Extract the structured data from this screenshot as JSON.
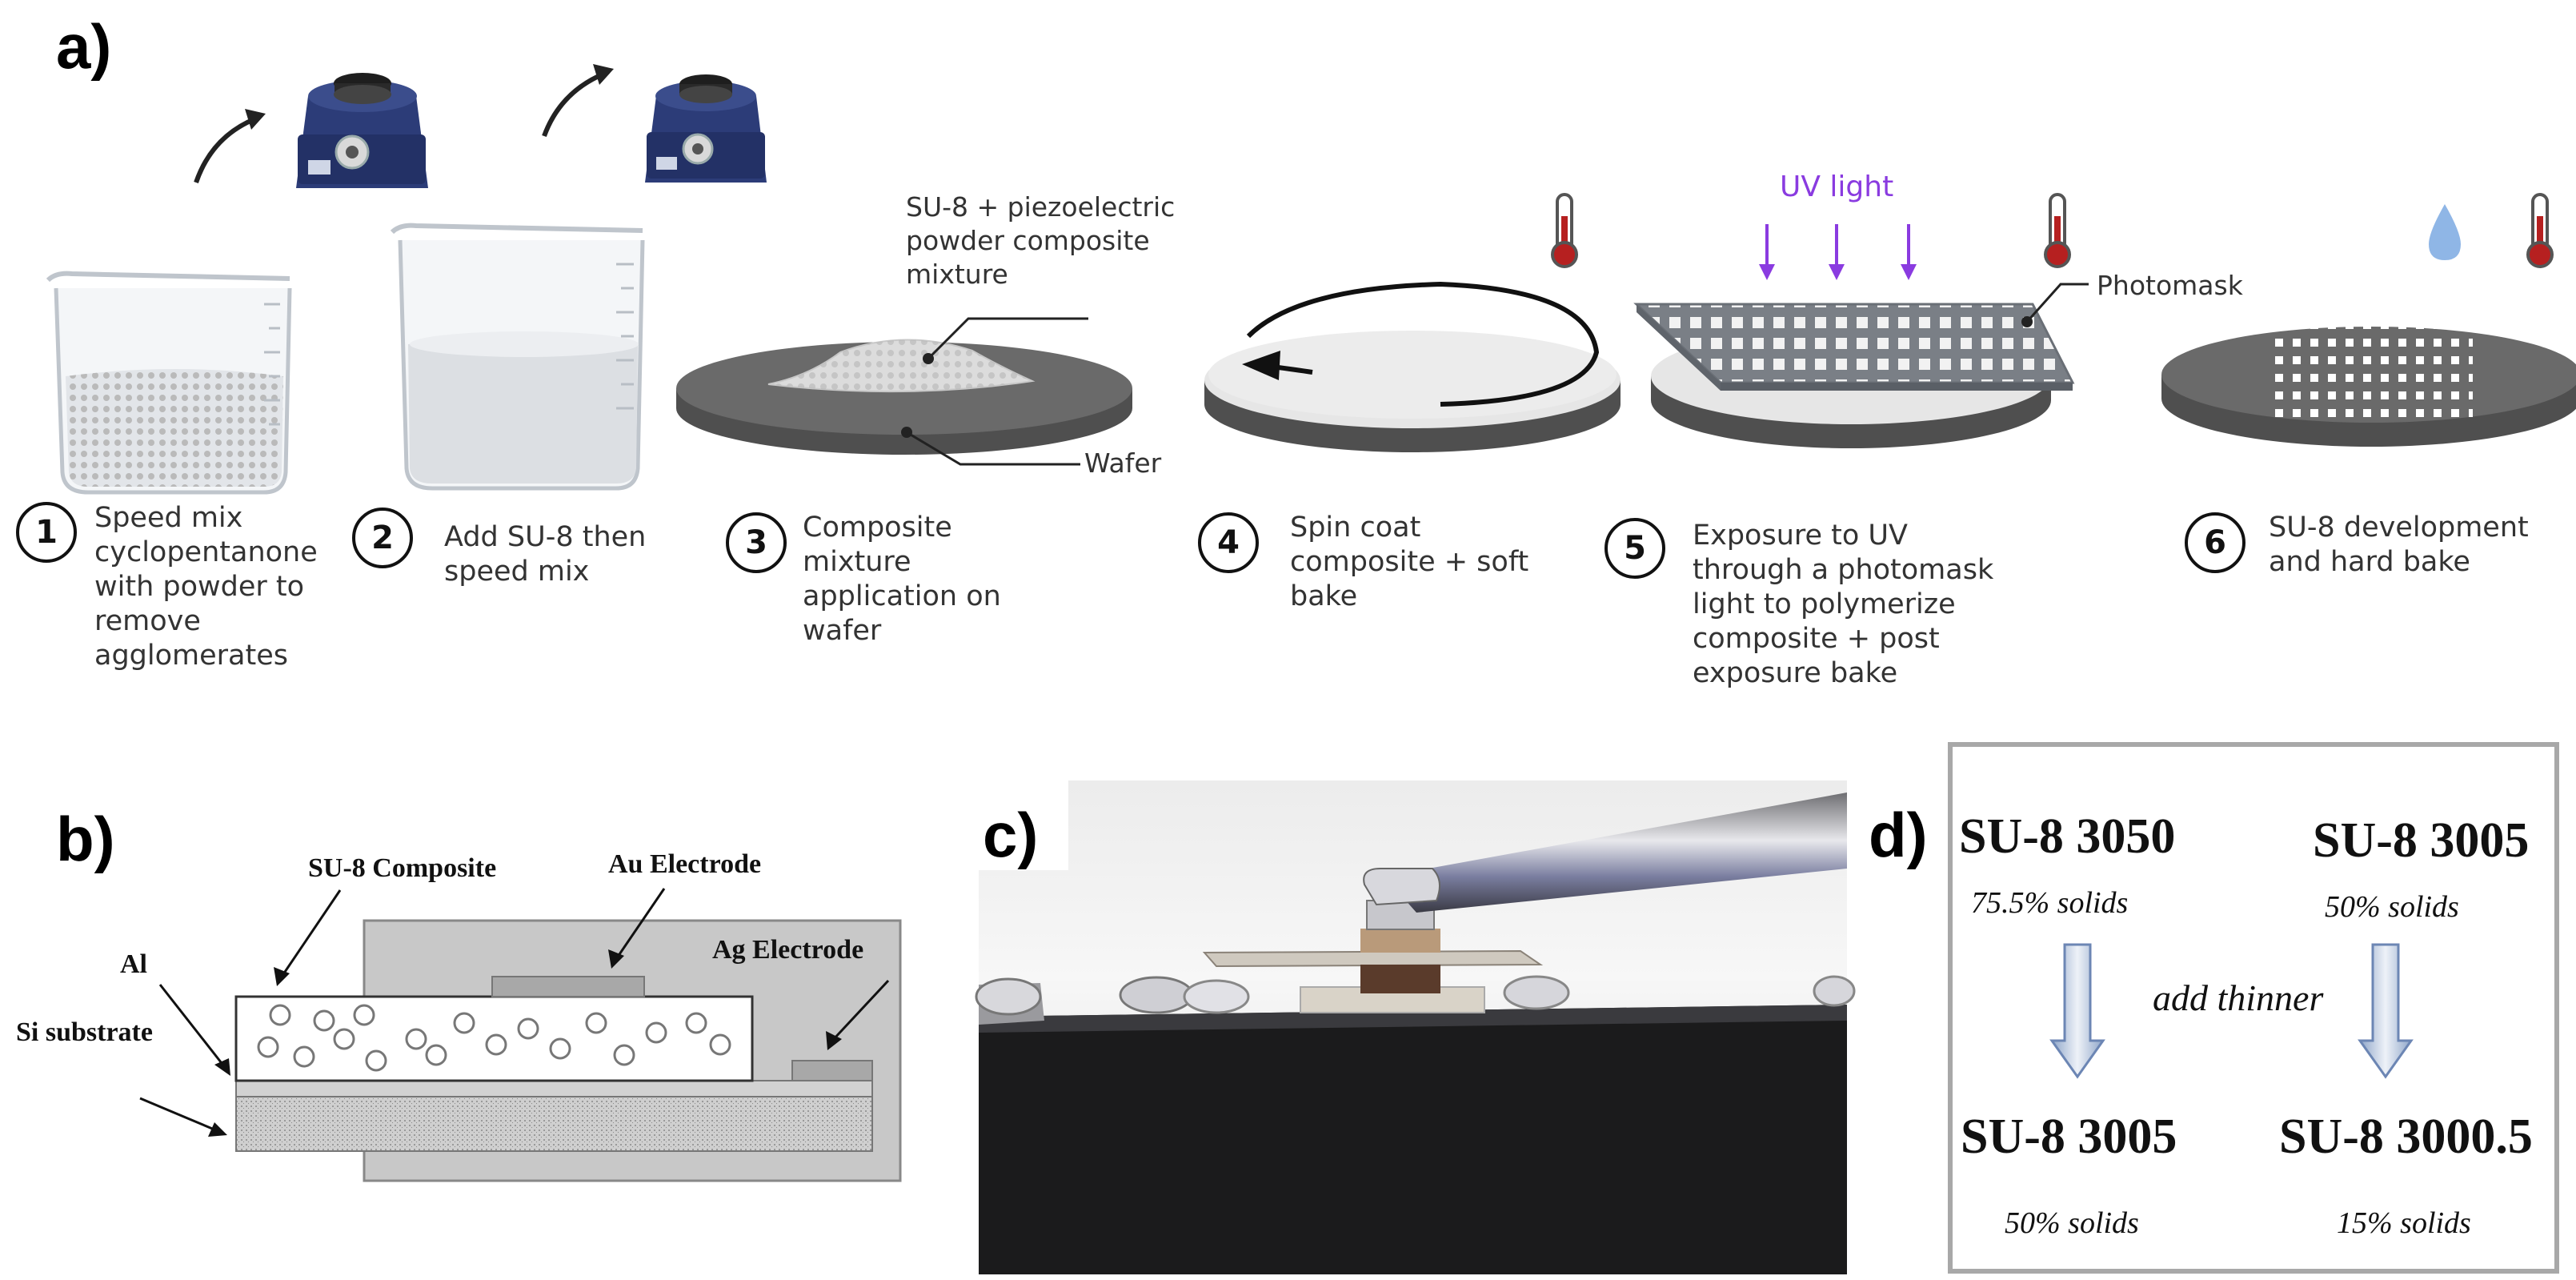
{
  "panels": {
    "a": {
      "label": "a)",
      "steps": [
        {
          "num": "1",
          "lines": [
            "Speed mix",
            "cyclopentanone",
            "with powder to",
            "remove",
            "agglomerates"
          ]
        },
        {
          "num": "2",
          "lines": [
            "Add SU-8 then",
            "speed mix"
          ]
        },
        {
          "num": "3",
          "lines": [
            "Composite",
            "mixture",
            "application on",
            "wafer"
          ]
        },
        {
          "num": "4",
          "lines": [
            "Spin coat",
            "composite + soft",
            "bake"
          ]
        },
        {
          "num": "5",
          "lines": [
            "Exposure to UV",
            "through a photomask",
            "light to polymerize",
            "composite + post",
            "exposure bake"
          ]
        },
        {
          "num": "6",
          "lines": [
            "SU-8 development",
            "and hard bake"
          ]
        }
      ],
      "callouts": {
        "mixture_lines": [
          "SU-8 + piezoelectric",
          "powder composite",
          "mixture"
        ],
        "wafer": "Wafer",
        "uv_light": "UV light",
        "photomask": "Photomask"
      }
    },
    "b": {
      "label": "b)",
      "labels": {
        "su8_composite": "SU-8 Composite",
        "au_electrode": "Au Electrode",
        "ag_electrode": "Ag Electrode",
        "al": "Al",
        "si_substrate": "Si substrate"
      }
    },
    "c": {
      "label": "c)"
    },
    "d": {
      "label": "d)",
      "top_left": {
        "name": "SU-8 3050",
        "solids": "75.5% solids"
      },
      "top_right": {
        "name": "SU-8 3005",
        "solids": "50% solids"
      },
      "middle": "add thinner",
      "bottom_left": {
        "name": "SU-8 3005",
        "solids": "50% solids"
      },
      "bottom_right": {
        "name": "SU-8 3000.5",
        "solids": "15% solids"
      }
    }
  },
  "colors": {
    "wafer_dark": "#5d5d5d",
    "wafer_light": "#e6e6e6",
    "uv": "#8a3be0",
    "mixer_body": "#2c3c78",
    "thermo_red": "#b62020",
    "drop_blue": "#8fb6e6"
  }
}
